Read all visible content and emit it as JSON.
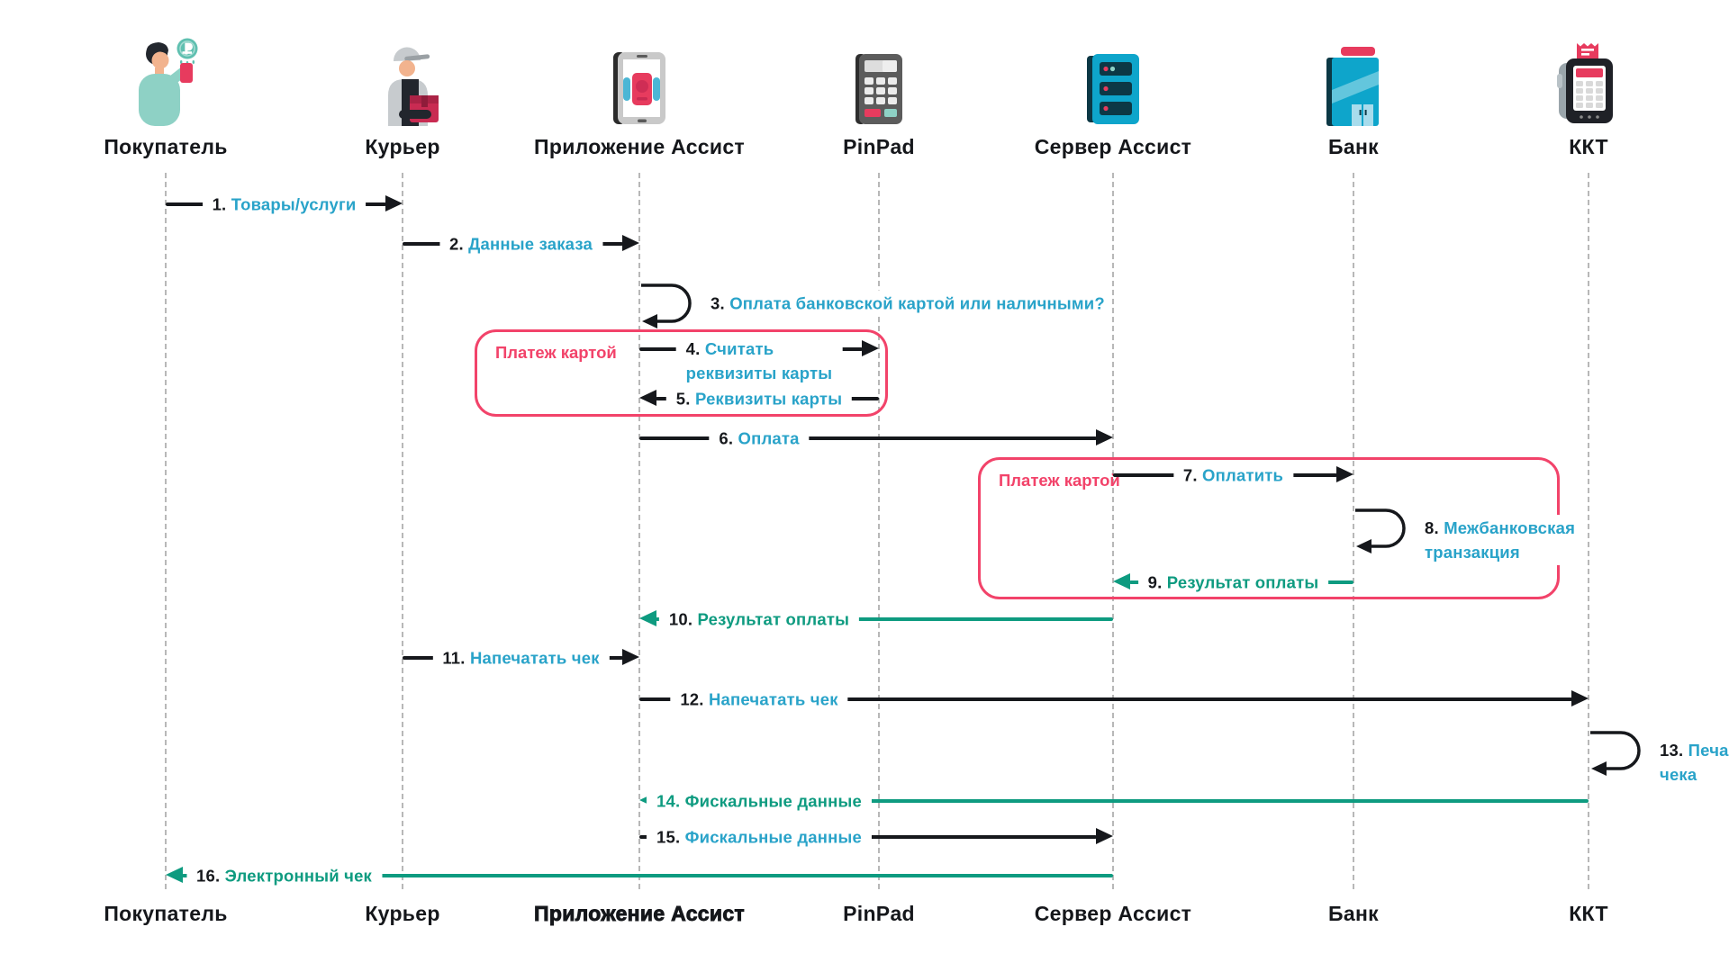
{
  "diagram": {
    "colors": {
      "blue": "#29a3c9",
      "green": "#0e9b80",
      "pink": "#f2436a",
      "black": "#16181c",
      "lifeline_grey": "#b8b8b8"
    },
    "actors": [
      {
        "id": "customer",
        "label": "Покупатель",
        "icon": "customer-icon"
      },
      {
        "id": "courier",
        "label": "Курьер",
        "icon": "courier-icon"
      },
      {
        "id": "app",
        "label": "Приложение Ассист",
        "icon": "app-icon",
        "bottom_bold": true
      },
      {
        "id": "pinpad",
        "label": "PinPad",
        "icon": "pinpad-icon"
      },
      {
        "id": "server",
        "label": "Сервер Ассист",
        "icon": "server-icon"
      },
      {
        "id": "bank",
        "label": "Банк",
        "icon": "bank-icon"
      },
      {
        "id": "kkt",
        "label": "ККТ",
        "icon": "kkt-icon"
      }
    ],
    "frames": [
      {
        "label": "Платеж картой"
      },
      {
        "label": "Платеж картой"
      }
    ],
    "messages": [
      {
        "num": "1.",
        "lines": [
          "Товары/услуги"
        ],
        "from": "customer",
        "to": "courier",
        "kind": "arrow",
        "line_color": "black",
        "text_color": "blue",
        "num_color": "black"
      },
      {
        "num": "2.",
        "lines": [
          "Данные заказа"
        ],
        "from": "courier",
        "to": "app",
        "kind": "arrow",
        "line_color": "black",
        "text_color": "blue",
        "num_color": "black"
      },
      {
        "num": "3.",
        "lines": [
          "Оплата банковской картой или наличными?"
        ],
        "from": "app",
        "to": "app",
        "kind": "self",
        "line_color": "black",
        "text_color": "blue",
        "num_color": "black"
      },
      {
        "num": "4.",
        "lines": [
          "Считать",
          "реквизиты карты"
        ],
        "from": "app",
        "to": "pinpad",
        "kind": "arrow",
        "line_color": "black",
        "text_color": "blue",
        "num_color": "black"
      },
      {
        "num": "5.",
        "lines": [
          "Реквизиты карты"
        ],
        "from": "pinpad",
        "to": "app",
        "kind": "arrow",
        "line_color": "black",
        "text_color": "blue",
        "num_color": "black"
      },
      {
        "num": "6.",
        "lines": [
          "Оплата"
        ],
        "from": "app",
        "to": "server",
        "kind": "arrow",
        "line_color": "black",
        "text_color": "blue",
        "num_color": "black"
      },
      {
        "num": "7.",
        "lines": [
          "Оплатить"
        ],
        "from": "server",
        "to": "bank",
        "kind": "arrow",
        "line_color": "black",
        "text_color": "blue",
        "num_color": "black"
      },
      {
        "num": "8.",
        "lines": [
          "Межбанковская",
          "транзакция"
        ],
        "from": "bank",
        "to": "bank",
        "kind": "self",
        "line_color": "black",
        "text_color": "blue",
        "num_color": "black"
      },
      {
        "num": "9.",
        "lines": [
          "Результат оплаты"
        ],
        "from": "bank",
        "to": "server",
        "kind": "arrow",
        "line_color": "green",
        "text_color": "green",
        "num_color": "black"
      },
      {
        "num": "10.",
        "lines": [
          "Результат оплаты"
        ],
        "from": "server",
        "to": "app",
        "kind": "arrow",
        "line_color": "green",
        "text_color": "green",
        "num_color": "black"
      },
      {
        "num": "11.",
        "lines": [
          "Напечатать чек"
        ],
        "from": "courier",
        "to": "app",
        "kind": "arrow",
        "line_color": "black",
        "text_color": "blue",
        "num_color": "black"
      },
      {
        "num": "12.",
        "lines": [
          "Напечатать чек"
        ],
        "from": "app",
        "to": "kkt",
        "kind": "arrow",
        "line_color": "black",
        "text_color": "blue",
        "num_color": "black"
      },
      {
        "num": "13.",
        "lines": [
          "Печать",
          "чека"
        ],
        "from": "kkt",
        "to": "kkt",
        "kind": "self",
        "line_color": "black",
        "text_color": "blue",
        "num_color": "black"
      },
      {
        "num": "14.",
        "lines": [
          "Фискальные данные"
        ],
        "from": "kkt",
        "to": "app",
        "kind": "arrow",
        "line_color": "green",
        "text_color": "green",
        "num_color": "green"
      },
      {
        "num": "15.",
        "lines": [
          "Фискальные данные"
        ],
        "from": "app",
        "to": "server",
        "kind": "arrow",
        "line_color": "black",
        "text_color": "blue",
        "num_color": "black"
      },
      {
        "num": "16.",
        "lines": [
          "Электронный чек"
        ],
        "from": "server",
        "to": "customer",
        "kind": "arrow",
        "line_color": "green",
        "text_color": "green",
        "num_color": "black"
      }
    ]
  }
}
